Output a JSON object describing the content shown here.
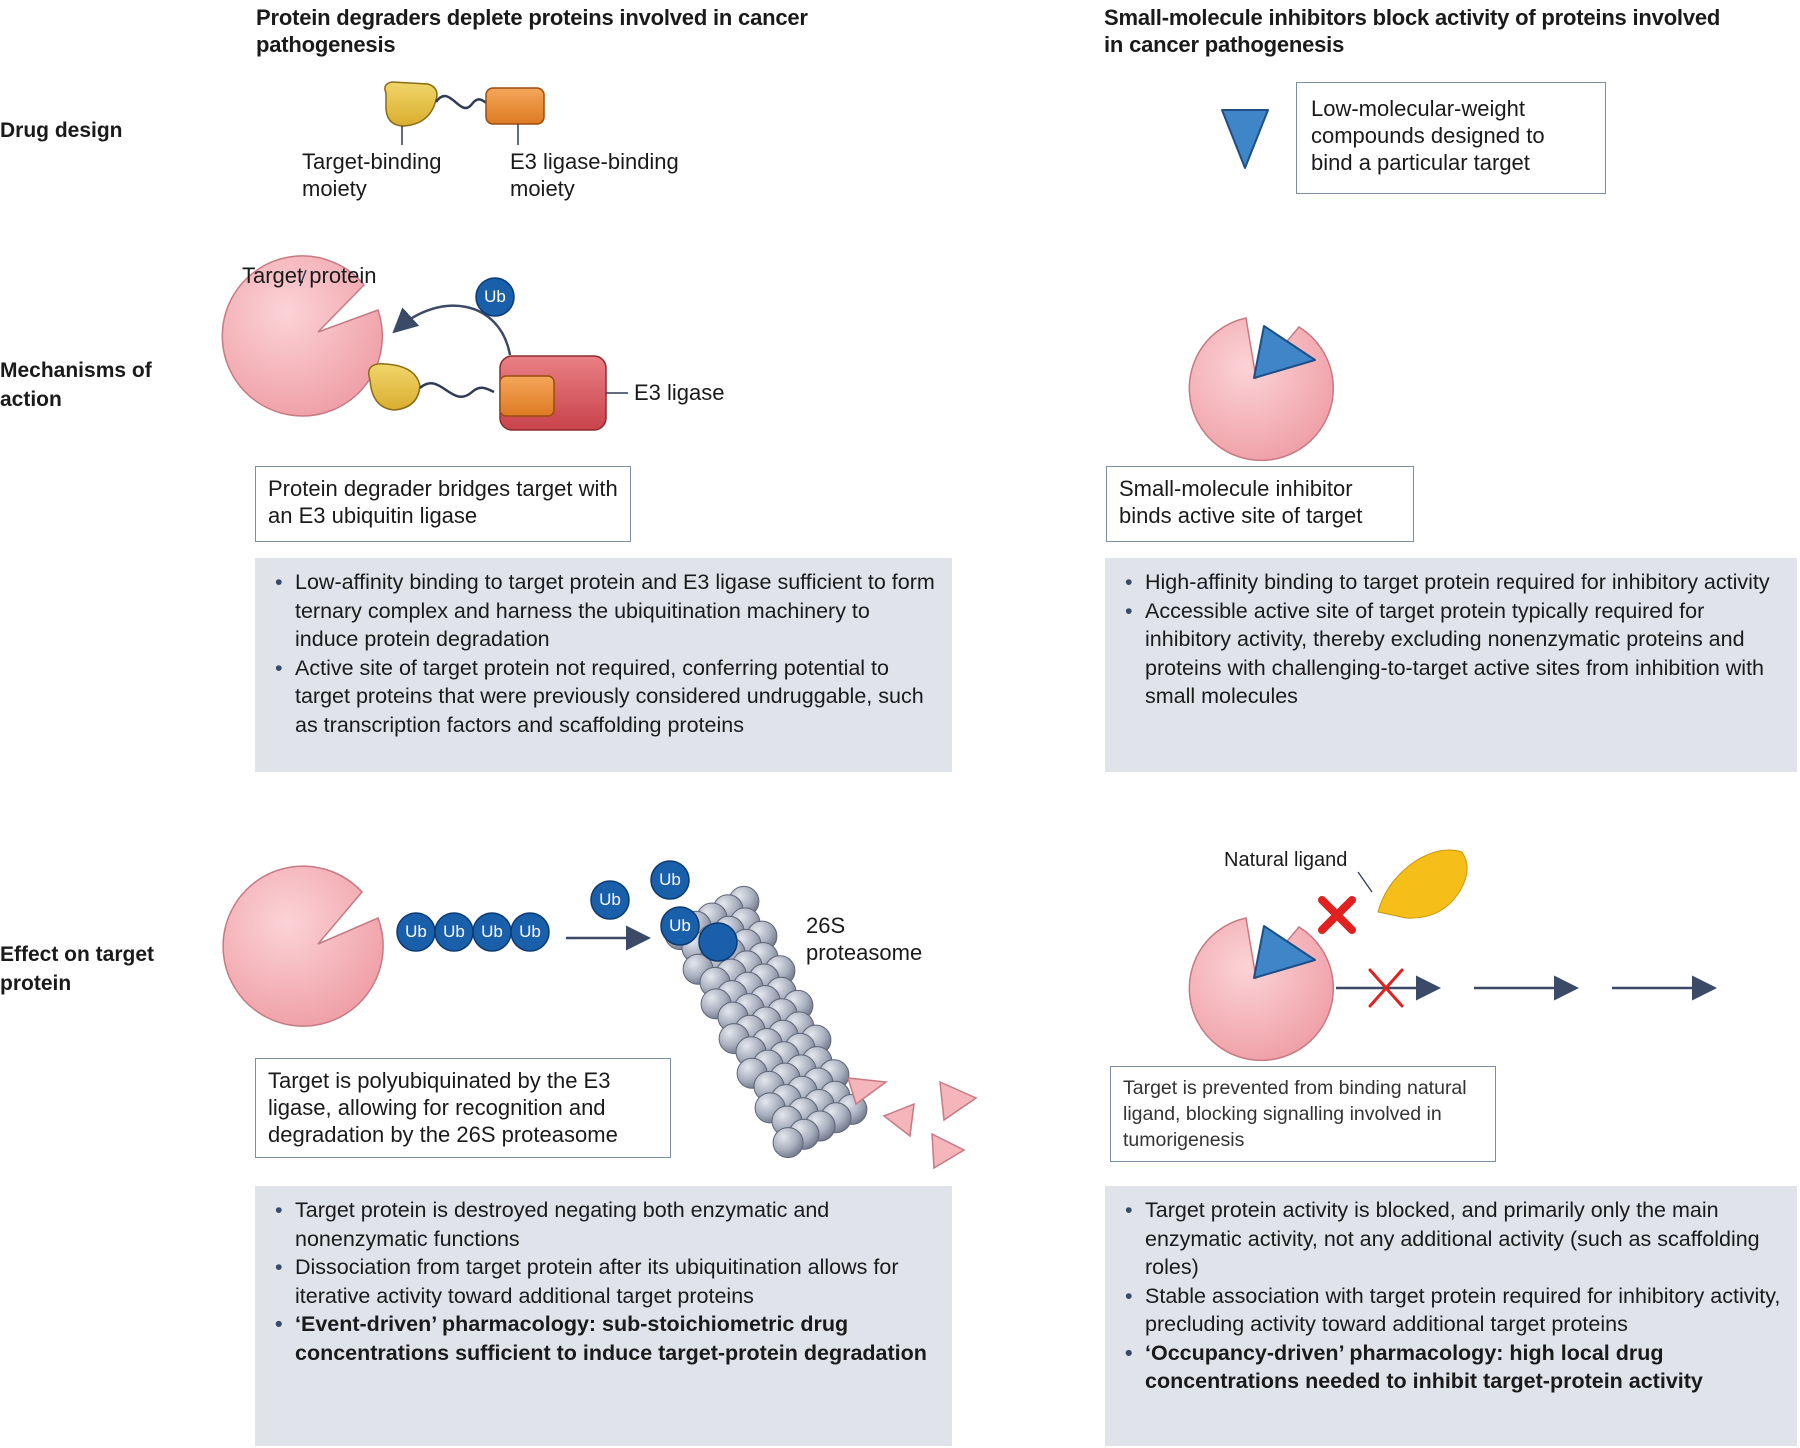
{
  "columns": {
    "left_header": "Protein degraders deplete proteins involved in cancer pathogenesis",
    "right_header": "Small-molecule inhibitors block activity of proteins involved in cancer pathogenesis"
  },
  "rows": {
    "drug_design": "Drug design",
    "mechanisms": "Mechanisms of action",
    "effect": "Effect on target protein"
  },
  "labels": {
    "target_binding": "Target-binding moiety",
    "e3_binding": "E3 ligase-binding moiety",
    "target_protein": "Target protein",
    "e3_ligase": "E3 ligase",
    "ub": "Ub",
    "proteasome": "26S proteasome",
    "natural_ligand": "Natural ligand"
  },
  "boxes": {
    "small_molecule_design": "Low-molecular-weight compounds designed to bind a particular target",
    "degrader_mech": "Protein degrader bridges target with an E3 ubiquitin ligase",
    "inhibitor_mech": "Small-molecule inhibitor binds active site of target",
    "degrader_effect": "Target is polyubiquinated by the E3 ligase, allowing for recognition and degradation by the 26S proteasome",
    "inhibitor_effect": "Target is prevented from binding natural ligand, blocking signalling involved in tumorigenesis"
  },
  "panels": {
    "degrader_mech": [
      "Low-affinity binding to target protein and E3 ligase sufficient to form ternary complex and harness the ubiquitination machinery to induce protein degradation",
      "Active site of target protein not required, conferring potential to target proteins that were previously considered undruggable, such as transcription factors and scaffolding proteins"
    ],
    "inhibitor_mech": [
      "High-affinity binding to target protein required for inhibitory activity",
      "Accessible active site of target protein typically required for inhibitory activity, thereby excluding nonenzymatic proteins and proteins with challenging-to-target active sites from inhibition with small molecules"
    ],
    "degrader_effect": [
      "Target protein is destroyed negating both enzymatic and nonenzymatic functions",
      "Dissociation from target protein after its ubiquitination allows for iterative activity toward additional target proteins",
      "‘Event-driven’ pharmacology: sub-stoichiometric drug concentrations sufficient to induce target-protein degradation"
    ],
    "inhibitor_effect": [
      "Target protein activity is blocked, and primarily only the main enzymatic activity, not any additional activity (such as scaffolding roles)",
      "Stable association with target protein required for inhibitory activity, precluding activity toward additional target proteins",
      "‘Occupancy-driven’ pharmacology: high local drug concentrations needed to inhibit target-protein activity"
    ]
  },
  "colors": {
    "target_protein": "#f4b5bb",
    "warhead": "#e8c64e",
    "e3_binder": "#ec8f3a",
    "e3_ligase": "#dc5f66",
    "ub": "#1a5faa",
    "inhibitor": "#3f86c9",
    "proteasome": "#aab0bf",
    "panel_bg": "#e0e3ea",
    "box_border": "#7d8ea6",
    "cross": "#e0211f"
  }
}
